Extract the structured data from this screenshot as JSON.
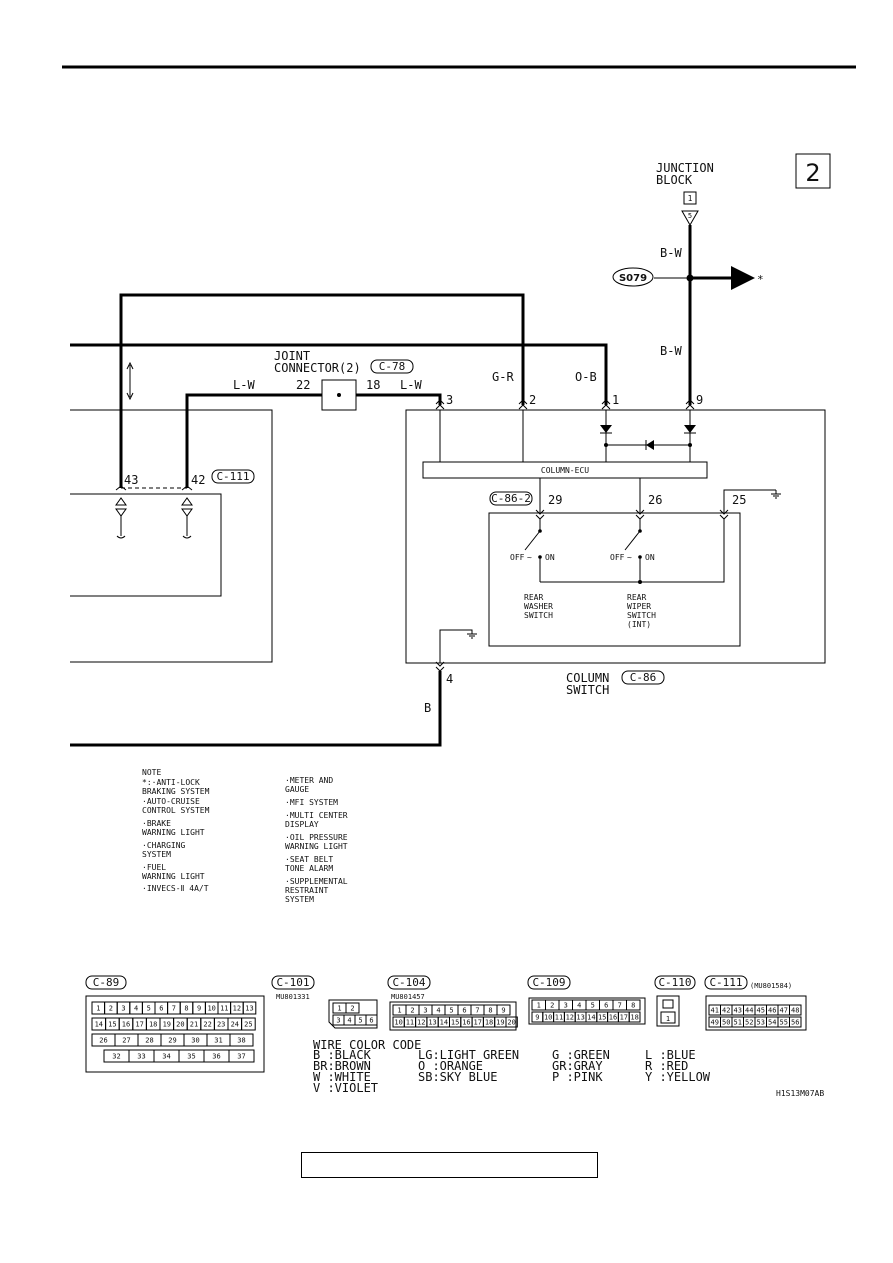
{
  "junction_block": {
    "title_line1": "JUNCTION",
    "title_line2": "BLOCK",
    "ref": "1",
    "pin": "5"
  },
  "page_marker": "2",
  "splice": {
    "id": "S079"
  },
  "wires": {
    "bw_top": "B-W",
    "bw_lower": "B-W",
    "gr": "G-R",
    "ob": "O-B",
    "lw_left": "L-W",
    "lw_right": "L-W",
    "b_bottom": "B"
  },
  "star": "*",
  "joint_connector": {
    "line1": "JOINT",
    "line2": "CONNECTOR(2)",
    "ref": "C-78",
    "pin_left": "22",
    "pin_right": "18"
  },
  "column_switch": {
    "label_line1": "COLUMN",
    "label_line2": "SWITCH",
    "ref": "C-86",
    "pins": {
      "p3": "3",
      "p2": "2",
      "p1": "1",
      "p9": "9",
      "p4": "4"
    },
    "ecu_label": "COLUMN-ECU",
    "sub_ref": "C-86-2",
    "sub_pins": {
      "p29": "29",
      "p26": "26",
      "p25": "25"
    },
    "washer": {
      "off": "OFF",
      "on": "ON",
      "l1": "REAR",
      "l2": "WASHER",
      "l3": "SWITCH"
    },
    "wiper": {
      "off": "OFF",
      "on": "ON",
      "l1": "REAR",
      "l2": "WIPER",
      "l3": "SWITCH",
      "l4": "(INT)"
    }
  },
  "left_connector": {
    "ref": "C-111",
    "pin43": "43",
    "pin42": "42"
  },
  "note": {
    "title": "NOTE",
    "col1": [
      "*:·ANTI-LOCK",
      "   BRAKING SYSTEM",
      "  ·AUTO-CRUISE",
      "   CONTROL SYSTEM",
      "  ·BRAKE",
      "   WARNING LIGHT",
      "  ·CHARGING",
      "   SYSTEM",
      "  ·FUEL",
      "   WARNING LIGHT",
      "  ·INVECS-Ⅱ 4A/T"
    ],
    "col2": [
      "·METER AND",
      " GAUGE",
      "·MFI SYSTEM",
      "·MULTI CENTER",
      " DISPLAY",
      "·OIL PRESSURE",
      " WARNING LIGHT",
      "·SEAT BELT",
      " TONE ALARM",
      "·SUPPLEMENTAL",
      " RESTRAINT",
      " SYSTEM"
    ]
  },
  "connectors": [
    {
      "ref": "C-89",
      "part": ""
    },
    {
      "ref": "C-101",
      "part": "MU801331"
    },
    {
      "ref": "C-104",
      "part": "MU801457"
    },
    {
      "ref": "C-109",
      "part": ""
    },
    {
      "ref": "C-110",
      "part": ""
    },
    {
      "ref": "C-111",
      "part": "(MU801584)"
    }
  ],
  "c89_pins": {
    "row1": [
      "1",
      "2",
      "3",
      "4",
      "5",
      "6",
      "7",
      "8",
      "9",
      "10",
      "11",
      "12",
      "13"
    ],
    "row2": [
      "14",
      "15",
      "16",
      "17",
      "18",
      "19",
      "20",
      "21",
      "22",
      "23",
      "24",
      "25"
    ],
    "row3": [
      "26",
      "27",
      "28",
      "29",
      "30",
      "31",
      "38"
    ],
    "row4": [
      "32",
      "33",
      "34",
      "35",
      "36",
      "37"
    ]
  },
  "c101_pins": [
    "1",
    "2",
    "3",
    "4",
    "5",
    "6"
  ],
  "c104_pins": {
    "row1": [
      "1",
      "2",
      "3",
      "4",
      "5",
      "6",
      "7",
      "8",
      "9"
    ],
    "row2": [
      "10",
      "11",
      "12",
      "13",
      "14",
      "15",
      "16",
      "17",
      "18",
      "19",
      "20"
    ]
  },
  "c109_pins": {
    "row1": [
      "1",
      "2",
      "3",
      "4",
      "5",
      "6",
      "7",
      "8"
    ],
    "row2": [
      "9",
      "10",
      "11",
      "12",
      "13",
      "14",
      "15",
      "16",
      "17",
      "18"
    ]
  },
  "c110_pins": [
    "1"
  ],
  "c111_pins": {
    "row1": [
      "41",
      "42",
      "43",
      "44",
      "45",
      "46",
      "47",
      "48"
    ],
    "row2": [
      "49",
      "50",
      "51",
      "52",
      "53",
      "54",
      "55",
      "56"
    ]
  },
  "wire_color_code": {
    "title": "WIRE COLOR CODE",
    "rows": [
      [
        "B :BLACK",
        "LG:LIGHT GREEN",
        "G :GREEN",
        "L :BLUE"
      ],
      [
        "BR:BROWN",
        "O :ORANGE",
        "GR:GRAY",
        "R :RED"
      ],
      [
        "W :WHITE",
        "SB:SKY BLUE",
        "P :PINK",
        "Y :YELLOW"
      ],
      [
        "V :VIOLET",
        "",
        "",
        ""
      ]
    ]
  },
  "figure_id": "H1S13M07AB"
}
